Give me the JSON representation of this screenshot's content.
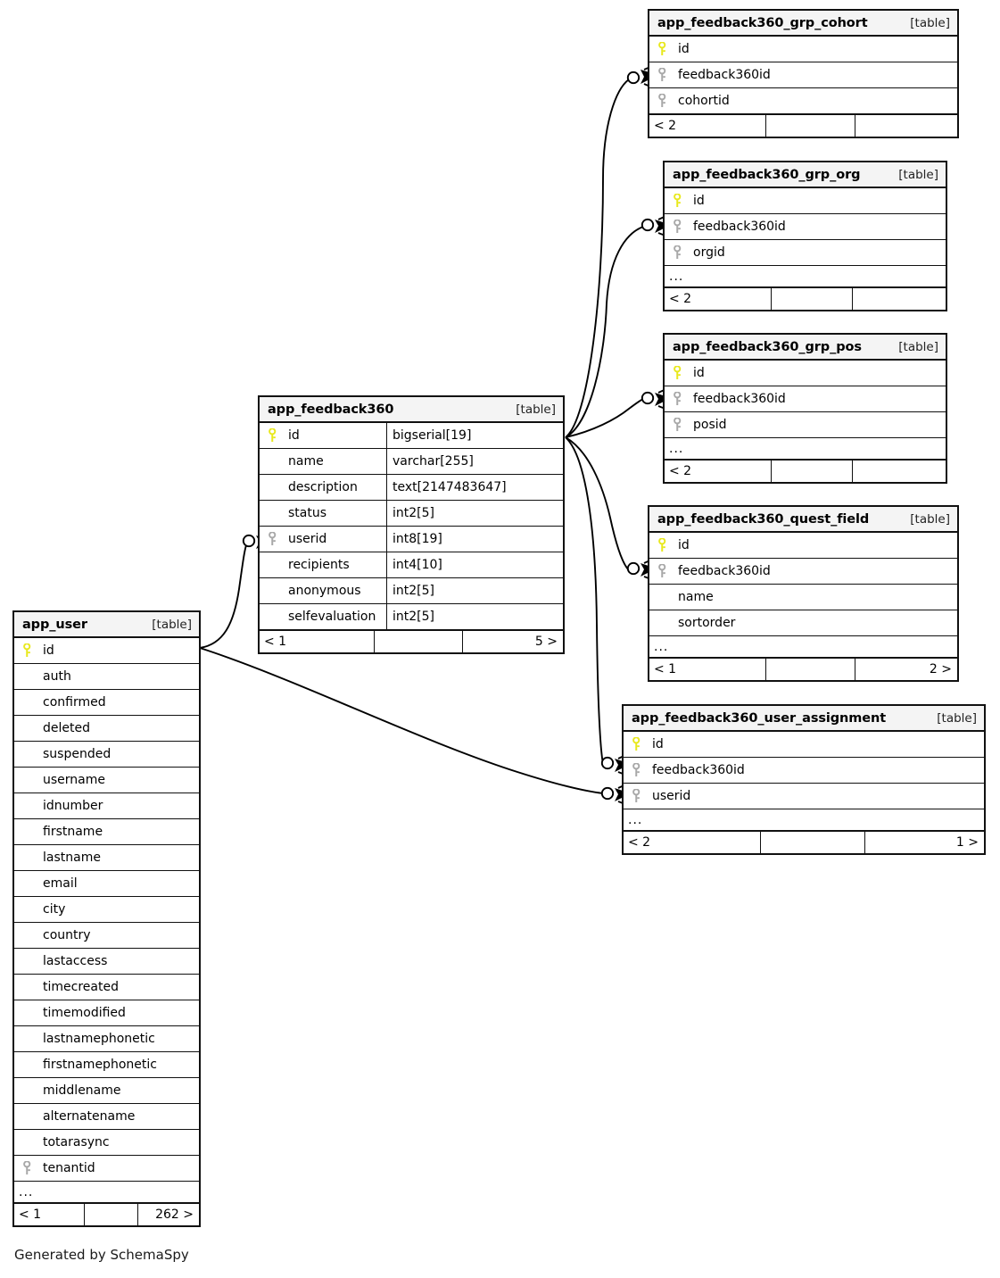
{
  "diagram": {
    "type": "entity-relationship-diagram",
    "generator_credit": "Generated by SchemaSpy",
    "table_tag": "[table]",
    "ellipsis": "...",
    "key_icons": {
      "primary": "primary-key-icon",
      "foreign": "foreign-key-icon"
    },
    "colors": {
      "primary_key": "#e8e81c",
      "foreign_key": "#a8a8a8",
      "header_bg": "#f4f4f4",
      "border": "#111111",
      "background": "#ffffff"
    }
  },
  "tables": [
    {
      "id": "app_feedback360_grp_cohort",
      "name": "app_feedback360_grp_cohort",
      "tag": "[table]",
      "columns": [
        {
          "name": "id",
          "type": "",
          "key": "primary"
        },
        {
          "name": "feedback360id",
          "type": "",
          "key": "foreign"
        },
        {
          "name": "cohortid",
          "type": "",
          "key": "foreign"
        }
      ],
      "has_ellipsis": false,
      "footer": {
        "left": "< 2",
        "mid": "",
        "right": ""
      }
    },
    {
      "id": "app_feedback360_grp_org",
      "name": "app_feedback360_grp_org",
      "tag": "[table]",
      "columns": [
        {
          "name": "id",
          "type": "",
          "key": "primary"
        },
        {
          "name": "feedback360id",
          "type": "",
          "key": "foreign"
        },
        {
          "name": "orgid",
          "type": "",
          "key": "foreign"
        }
      ],
      "has_ellipsis": true,
      "footer": {
        "left": "< 2",
        "mid": "",
        "right": ""
      }
    },
    {
      "id": "app_feedback360_grp_pos",
      "name": "app_feedback360_grp_pos",
      "tag": "[table]",
      "columns": [
        {
          "name": "id",
          "type": "",
          "key": "primary"
        },
        {
          "name": "feedback360id",
          "type": "",
          "key": "foreign"
        },
        {
          "name": "posid",
          "type": "",
          "key": "foreign"
        }
      ],
      "has_ellipsis": true,
      "footer": {
        "left": "< 2",
        "mid": "",
        "right": ""
      }
    },
    {
      "id": "app_feedback360_quest_field",
      "name": "app_feedback360_quest_field",
      "tag": "[table]",
      "columns": [
        {
          "name": "id",
          "type": "",
          "key": "primary"
        },
        {
          "name": "feedback360id",
          "type": "",
          "key": "foreign"
        },
        {
          "name": "name",
          "type": "",
          "key": "none"
        },
        {
          "name": "sortorder",
          "type": "",
          "key": "none"
        }
      ],
      "has_ellipsis": true,
      "footer": {
        "left": "< 1",
        "mid": "",
        "right": "2 >"
      }
    },
    {
      "id": "app_feedback360_user_assignment",
      "name": "app_feedback360_user_assignment",
      "tag": "[table]",
      "columns": [
        {
          "name": "id",
          "type": "",
          "key": "primary"
        },
        {
          "name": "feedback360id",
          "type": "",
          "key": "foreign"
        },
        {
          "name": "userid",
          "type": "",
          "key": "foreign"
        }
      ],
      "has_ellipsis": true,
      "footer": {
        "left": "< 2",
        "mid": "",
        "right": "1 >"
      }
    },
    {
      "id": "app_feedback360",
      "name": "app_feedback360",
      "tag": "[table]",
      "columns": [
        {
          "name": "id",
          "type": "bigserial[19]",
          "key": "primary"
        },
        {
          "name": "name",
          "type": "varchar[255]",
          "key": "none"
        },
        {
          "name": "description",
          "type": "text[2147483647]",
          "key": "none"
        },
        {
          "name": "status",
          "type": "int2[5]",
          "key": "none"
        },
        {
          "name": "userid",
          "type": "int8[19]",
          "key": "foreign"
        },
        {
          "name": "recipients",
          "type": "int4[10]",
          "key": "none"
        },
        {
          "name": "anonymous",
          "type": "int2[5]",
          "key": "none"
        },
        {
          "name": "selfevaluation",
          "type": "int2[5]",
          "key": "none"
        }
      ],
      "has_ellipsis": false,
      "footer": {
        "left": "< 1",
        "mid": "",
        "right": "5 >"
      }
    },
    {
      "id": "app_user",
      "name": "app_user",
      "tag": "[table]",
      "columns": [
        {
          "name": "id",
          "type": "",
          "key": "primary"
        },
        {
          "name": "auth",
          "type": "",
          "key": "none"
        },
        {
          "name": "confirmed",
          "type": "",
          "key": "none"
        },
        {
          "name": "deleted",
          "type": "",
          "key": "none"
        },
        {
          "name": "suspended",
          "type": "",
          "key": "none"
        },
        {
          "name": "username",
          "type": "",
          "key": "none"
        },
        {
          "name": "idnumber",
          "type": "",
          "key": "none"
        },
        {
          "name": "firstname",
          "type": "",
          "key": "none"
        },
        {
          "name": "lastname",
          "type": "",
          "key": "none"
        },
        {
          "name": "email",
          "type": "",
          "key": "none"
        },
        {
          "name": "city",
          "type": "",
          "key": "none"
        },
        {
          "name": "country",
          "type": "",
          "key": "none"
        },
        {
          "name": "lastaccess",
          "type": "",
          "key": "none"
        },
        {
          "name": "timecreated",
          "type": "",
          "key": "none"
        },
        {
          "name": "timemodified",
          "type": "",
          "key": "none"
        },
        {
          "name": "lastnamephonetic",
          "type": "",
          "key": "none"
        },
        {
          "name": "firstnamephonetic",
          "type": "",
          "key": "none"
        },
        {
          "name": "middlename",
          "type": "",
          "key": "none"
        },
        {
          "name": "alternatename",
          "type": "",
          "key": "none"
        },
        {
          "name": "totarasync",
          "type": "",
          "key": "none"
        },
        {
          "name": "tenantid",
          "type": "",
          "key": "foreign"
        }
      ],
      "has_ellipsis": true,
      "footer": {
        "left": "< 1",
        "mid": "",
        "right": "262 >"
      }
    }
  ],
  "relationships": [
    {
      "from": "app_feedback360.id",
      "to": "app_feedback360_grp_cohort.feedback360id"
    },
    {
      "from": "app_feedback360.id",
      "to": "app_feedback360_grp_org.feedback360id"
    },
    {
      "from": "app_feedback360.id",
      "to": "app_feedback360_grp_pos.feedback360id"
    },
    {
      "from": "app_feedback360.id",
      "to": "app_feedback360_quest_field.feedback360id"
    },
    {
      "from": "app_feedback360.id",
      "to": "app_feedback360_user_assignment.feedback360id"
    },
    {
      "from": "app_user.id",
      "to": "app_feedback360.userid"
    },
    {
      "from": "app_user.id",
      "to": "app_feedback360_user_assignment.userid"
    }
  ]
}
